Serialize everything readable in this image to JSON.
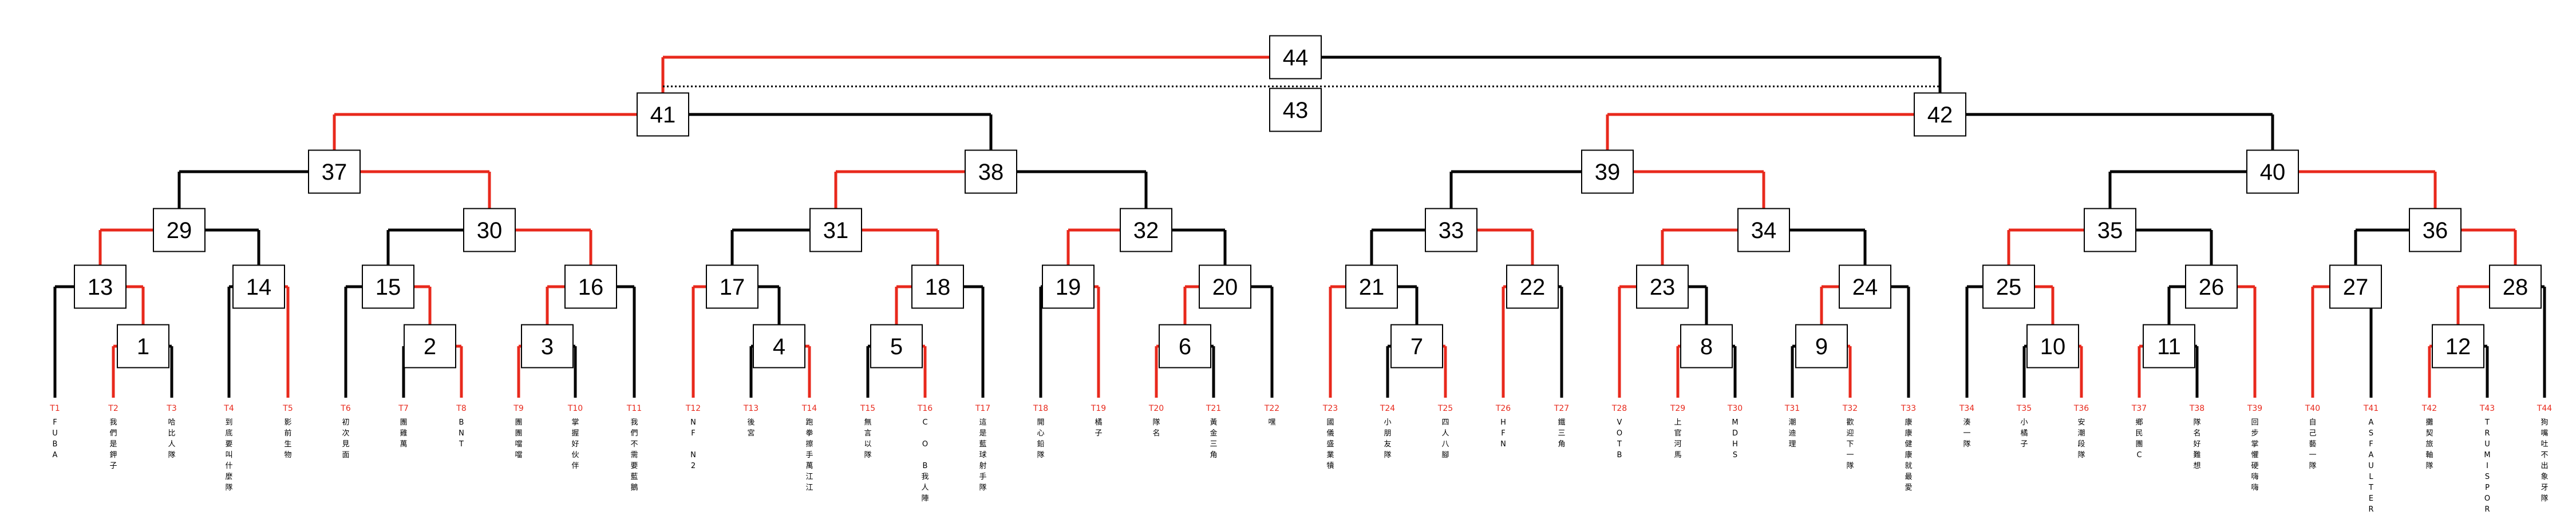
{
  "colors": {
    "winner": "#e8291c",
    "loser": "#000000",
    "team_id": "#e8291c",
    "team_name": "#000000"
  },
  "matches": [
    {
      "id": 1,
      "label": "1"
    },
    {
      "id": 2,
      "label": "2"
    },
    {
      "id": 3,
      "label": "3"
    },
    {
      "id": 4,
      "label": "4"
    },
    {
      "id": 5,
      "label": "5"
    },
    {
      "id": 6,
      "label": "6"
    },
    {
      "id": 7,
      "label": "7"
    },
    {
      "id": 8,
      "label": "8"
    },
    {
      "id": 9,
      "label": "9"
    },
    {
      "id": 10,
      "label": "10"
    },
    {
      "id": 11,
      "label": "11"
    },
    {
      "id": 12,
      "label": "12"
    },
    {
      "id": 13,
      "label": "13"
    },
    {
      "id": 14,
      "label": "14"
    },
    {
      "id": 15,
      "label": "15"
    },
    {
      "id": 16,
      "label": "16"
    },
    {
      "id": 17,
      "label": "17"
    },
    {
      "id": 18,
      "label": "18"
    },
    {
      "id": 19,
      "label": "19"
    },
    {
      "id": 20,
      "label": "20"
    },
    {
      "id": 21,
      "label": "21"
    },
    {
      "id": 22,
      "label": "22"
    },
    {
      "id": 23,
      "label": "23"
    },
    {
      "id": 24,
      "label": "24"
    },
    {
      "id": 25,
      "label": "25"
    },
    {
      "id": 26,
      "label": "26"
    },
    {
      "id": 27,
      "label": "27"
    },
    {
      "id": 28,
      "label": "28"
    },
    {
      "id": 29,
      "label": "29"
    },
    {
      "id": 30,
      "label": "30"
    },
    {
      "id": 31,
      "label": "31"
    },
    {
      "id": 32,
      "label": "32"
    },
    {
      "id": 33,
      "label": "33"
    },
    {
      "id": 34,
      "label": "34"
    },
    {
      "id": 35,
      "label": "35"
    },
    {
      "id": 36,
      "label": "36"
    },
    {
      "id": 37,
      "label": "37"
    },
    {
      "id": 38,
      "label": "38"
    },
    {
      "id": 39,
      "label": "39"
    },
    {
      "id": 40,
      "label": "40"
    },
    {
      "id": 41,
      "label": "41"
    },
    {
      "id": 42,
      "label": "42"
    },
    {
      "id": 43,
      "label": "43"
    },
    {
      "id": 44,
      "label": "44"
    }
  ],
  "teams": [
    {
      "id": "T1",
      "name": "FUBA"
    },
    {
      "id": "T2",
      "name": "我們是鉀子"
    },
    {
      "id": "T3",
      "name": "哈比人隊"
    },
    {
      "id": "T4",
      "name": "到底要叫什麼隊"
    },
    {
      "id": "T5",
      "name": "影前生物"
    },
    {
      "id": "T6",
      "name": "初次見面"
    },
    {
      "id": "T7",
      "name": "團雞萬"
    },
    {
      "id": "T8",
      "name": "BNT"
    },
    {
      "id": "T9",
      "name": "團團噹噹"
    },
    {
      "id": "T10",
      "name": "掌握好伙伴"
    },
    {
      "id": "T11",
      "name": "我們不需要藍鵝"
    },
    {
      "id": "T12",
      "name": "NF N2"
    },
    {
      "id": "T13",
      "name": "後宮"
    },
    {
      "id": "T14",
      "name": "跑拳擦手萬江江"
    },
    {
      "id": "T15",
      "name": "無言以隊"
    },
    {
      "id": "T16",
      "name": "C O B我人陣"
    },
    {
      "id": "T17",
      "name": "這是藍球射手隊"
    },
    {
      "id": "T18",
      "name": "開心鉛隊"
    },
    {
      "id": "T19",
      "name": "橘子"
    },
    {
      "id": "T20",
      "name": "隊名"
    },
    {
      "id": "T21",
      "name": "黃金三角"
    },
    {
      "id": "T22",
      "name": "嘿"
    },
    {
      "id": "T23",
      "name": "國儀盛業犢"
    },
    {
      "id": "T24",
      "name": "小朋友隊"
    },
    {
      "id": "T25",
      "name": "四人八腳"
    },
    {
      "id": "T26",
      "name": "HFN"
    },
    {
      "id": "T27",
      "name": "鐵三角"
    },
    {
      "id": "T28",
      "name": "VOTB"
    },
    {
      "id": "T29",
      "name": "上官河馬"
    },
    {
      "id": "T30",
      "name": "MDHS"
    },
    {
      "id": "T31",
      "name": "潮迪理"
    },
    {
      "id": "T32",
      "name": "歡迎下一隊"
    },
    {
      "id": "T33",
      "name": "康康健康就最愛"
    },
    {
      "id": "T34",
      "name": "湊一隊"
    },
    {
      "id": "T35",
      "name": "小橘子"
    },
    {
      "id": "T36",
      "name": "安潮段隊"
    },
    {
      "id": "T37",
      "name": "鄉民團C"
    },
    {
      "id": "T38",
      "name": "隊名好難想"
    },
    {
      "id": "T39",
      "name": "回步掌懼硬嗨嗨"
    },
    {
      "id": "T40",
      "name": "自己藝一隊"
    },
    {
      "id": "T41",
      "name": "ASFAULTER"
    },
    {
      "id": "T42",
      "name": "攤契旅軸隊"
    },
    {
      "id": "T43",
      "name": "TRUMISPORT"
    },
    {
      "id": "T44",
      "name": "狗嘴吐不出象牙隊"
    }
  ]
}
